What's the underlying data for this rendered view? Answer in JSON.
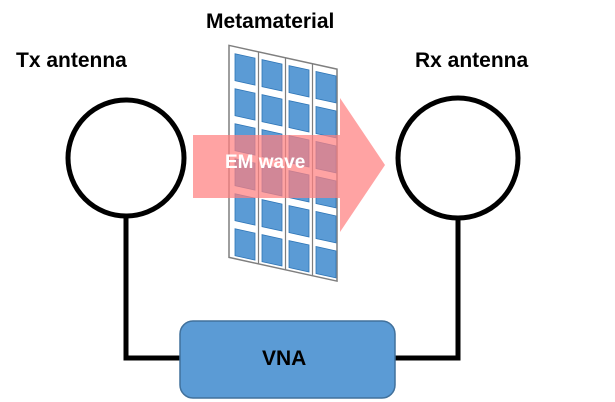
{
  "labels": {
    "tx_antenna": "Tx antenna",
    "rx_antenna": "Rx antenna",
    "metamaterial": "Metamaterial",
    "em_wave": "EM wave",
    "vna": "VNA"
  },
  "colors": {
    "wire": "#000000",
    "antenna_stroke": "#000000",
    "vna_fill": "#5b9bd5",
    "vna_stroke": "#41719c",
    "panel_cell": "#5b9bd5",
    "panel_cell_stroke": "#2e75b6",
    "panel_frame": "#7f7f7f",
    "arrow": "#ff7f7f"
  },
  "metamaterial_grid": {
    "columns": 4,
    "rows": 6
  }
}
